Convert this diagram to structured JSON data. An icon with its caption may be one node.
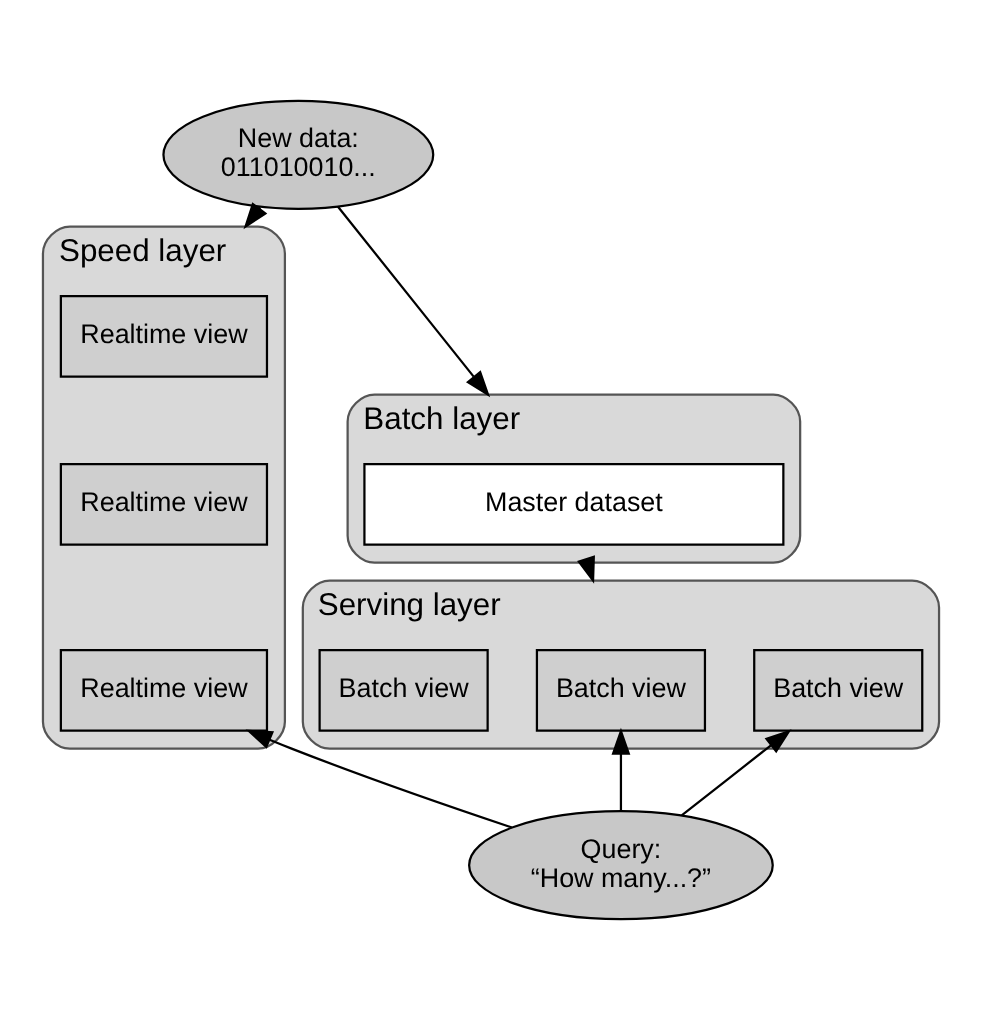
{
  "diagram": {
    "nodes": [
      {
        "text": [
          "New data:",
          "011010010..."
        ]
      },
      {
        "text": [
          "Speed layer"
        ]
      },
      {
        "text": [
          "Realtime view"
        ],
        "in": 1
      },
      {
        "text": [
          "Realtime view"
        ],
        "in": 1
      },
      {
        "text": [
          "Realtime view"
        ],
        "in": 1
      },
      {
        "text": [
          "Batch layer"
        ]
      },
      {
        "text": [
          "Master dataset"
        ],
        "in": 5
      },
      {
        "text": [
          "Serving layer"
        ]
      },
      {
        "text": [
          "Batch view"
        ],
        "in": 7
      },
      {
        "text": [
          "Batch view"
        ],
        "in": 7
      },
      {
        "text": [
          "Batch view"
        ],
        "in": 7
      },
      {
        "text": [
          "Query:",
          "“How many...?”"
        ]
      }
    ],
    "edges": [
      {
        "from": 0,
        "to": 1,
        "arrow": "to"
      },
      {
        "from": 0,
        "to": 5,
        "arrow": "to"
      },
      {
        "from": 5,
        "to": 7,
        "arrow": "to"
      },
      {
        "from": 11,
        "to": 4,
        "arrow": "to"
      },
      {
        "from": 11,
        "to": 8,
        "arrow": "to"
      },
      {
        "from": 11,
        "to": 9,
        "arrow": "to"
      }
    ]
  }
}
